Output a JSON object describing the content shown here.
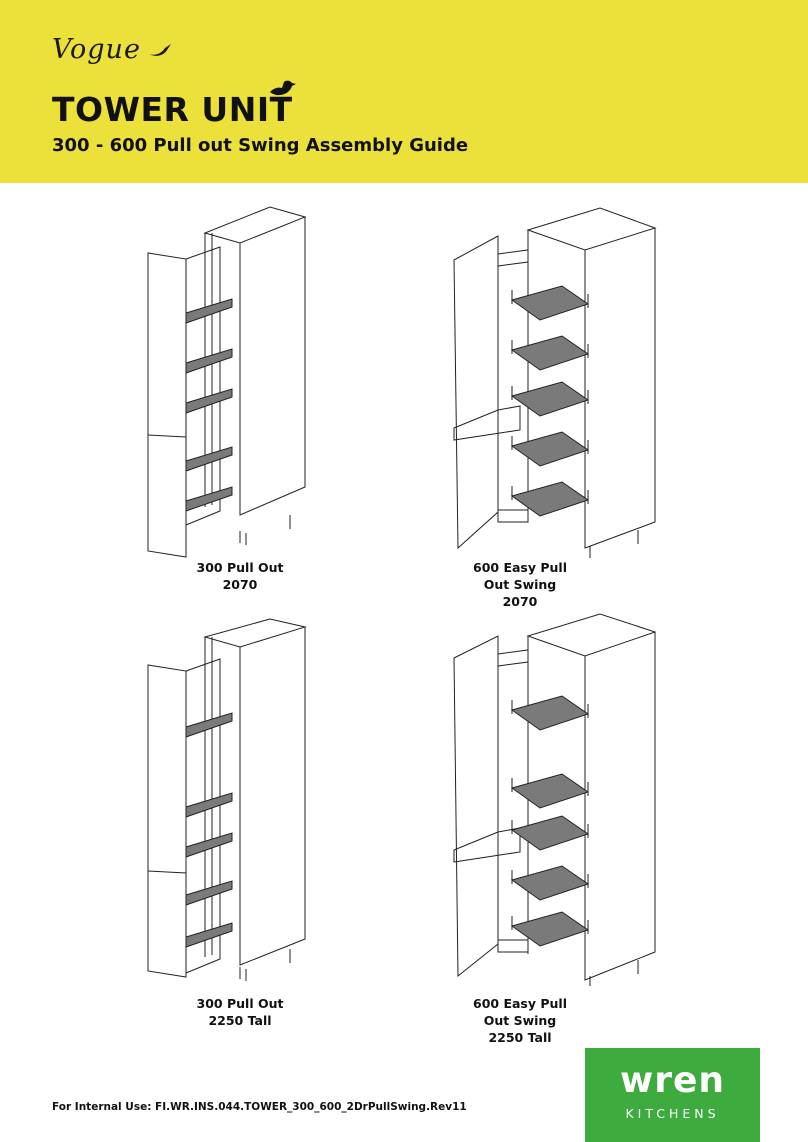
{
  "header": {
    "brand_script": "Vogue",
    "title": "TOWER UNIT",
    "subtitle": "300 - 600 Pull out Swing Assembly Guide"
  },
  "figures": [
    {
      "caption_lines": [
        "300 Pull Out",
        "2070"
      ]
    },
    {
      "caption_lines": [
        "600 Easy Pull",
        "Out Swing",
        "2070"
      ]
    },
    {
      "caption_lines": [
        "300 Pull Out",
        "2250 Tall"
      ]
    },
    {
      "caption_lines": [
        "600 Easy Pull",
        "Out Swing",
        "2250 Tall"
      ]
    }
  ],
  "footer": {
    "internal_use": "For Internal Use: FI.WR.INS.044.TOWER_300_600_2DrPullSwing.Rev11"
  },
  "logo": {
    "name": "wren",
    "sub": "KITCHENS",
    "color": "#3dab3d"
  },
  "colors": {
    "header_bg": "#ece03a",
    "line": "#222222",
    "basket_fill": "#7a7a7a"
  }
}
